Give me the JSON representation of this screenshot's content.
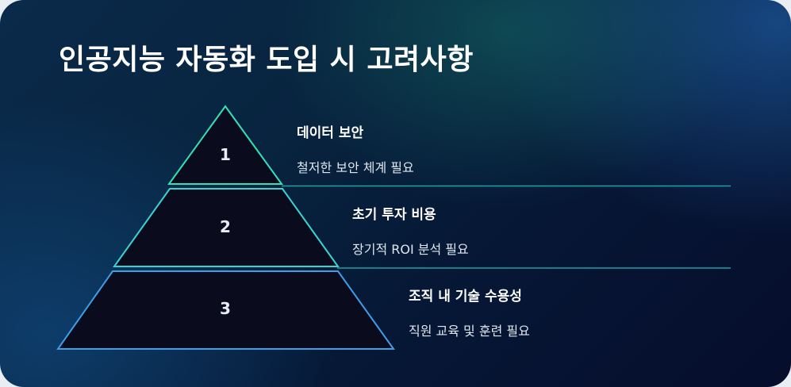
{
  "title": "인공지능 자동화 도입 시 고려사항",
  "colors": {
    "level1_stroke": "#35e0b4",
    "level2_stroke": "#3ad4d0",
    "level3_stroke": "#3e9ee6",
    "fill": "#0a0b1c",
    "divider": "#1f9fa6"
  },
  "levels": [
    {
      "number": "1",
      "title": "데이터 보안",
      "description": "철저한 보안 체계 필요"
    },
    {
      "number": "2",
      "title": "초기 투자 비용",
      "description": "장기적 ROI 분석 필요"
    },
    {
      "number": "3",
      "title": "조직 내 기술 수용성",
      "description": "직원 교육 및 훈련 필요"
    }
  ]
}
